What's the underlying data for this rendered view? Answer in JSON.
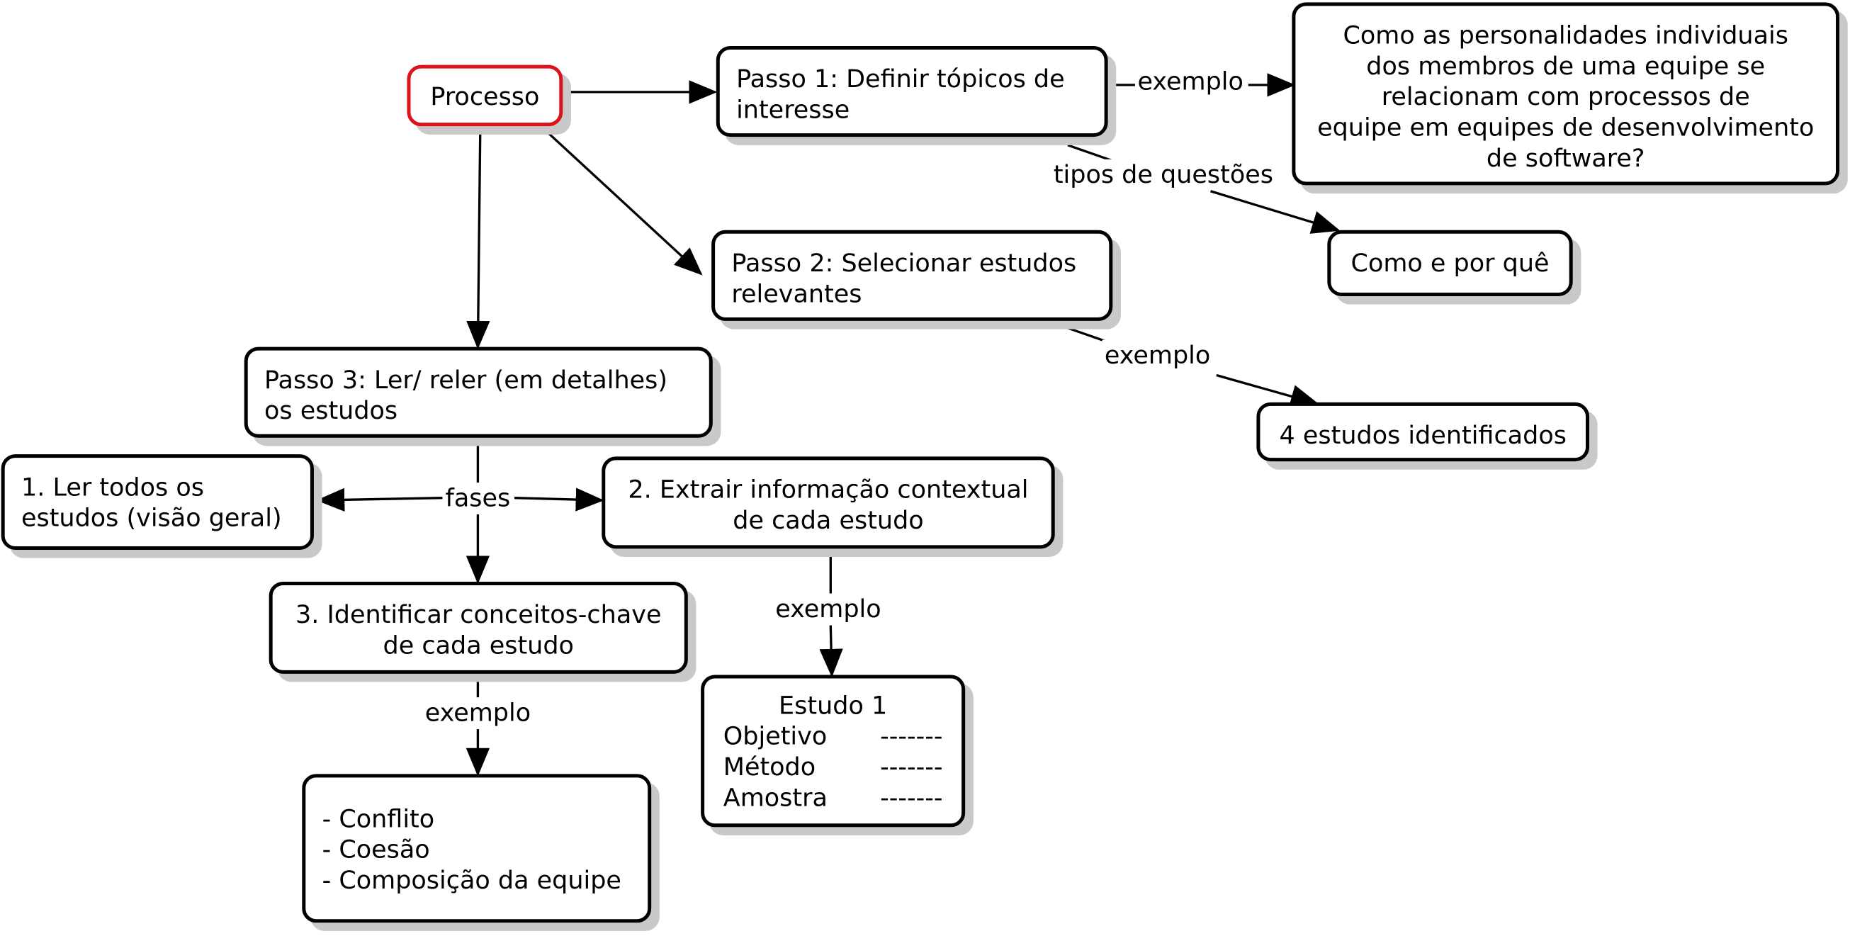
{
  "nodes": {
    "processo": "Processo",
    "passo1": "Passo 1: Definir tópicos de\ninteresse",
    "pergunta": "Como as personalidades individuais\ndos membros de uma equipe se\nrelacionam com processos de\nequipe em equipes de desenvolvimento\nde software?",
    "como_porque": "Como e por quê",
    "passo2": "Passo 2: Selecionar estudos\nrelevantes",
    "quatro_estudos": "4 estudos identificados",
    "passo3": "Passo 3: Ler/ reler (em detalhes)\nos estudos",
    "fase1": "1. Ler todos os\nestudos (visão geral)",
    "fase2": "2. Extrair informação contextual\nde cada estudo",
    "fase3": "3. Identificar conceitos-chave\nde cada estudo",
    "conceitos": "- Conflito\n- Coesão\n- Composição da equipe",
    "estudo1": {
      "title": "Estudo 1",
      "rows": [
        {
          "label": "Objetivo",
          "value": "-------"
        },
        {
          "label": "Método",
          "value": "-------"
        },
        {
          "label": "Amostra",
          "value": "-------"
        }
      ]
    }
  },
  "edge_labels": {
    "exemplo_passo1": "exemplo",
    "tipos_questoes": "tipos de questões",
    "exemplo_passo2": "exemplo",
    "fases": "fases",
    "exemplo_fase2": "exemplo",
    "exemplo_fase3": "exemplo"
  },
  "colors": {
    "start_border": "#d9141b",
    "border": "#000000",
    "shadow": "#c9c9c9"
  }
}
